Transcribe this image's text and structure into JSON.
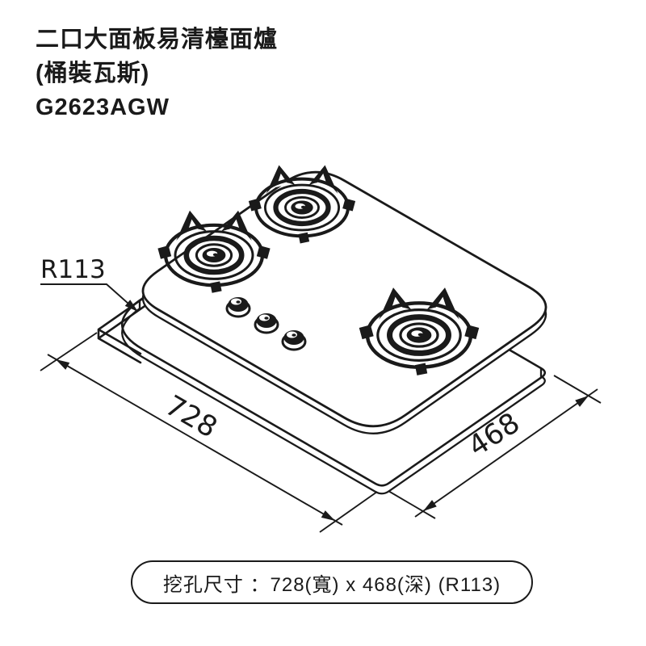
{
  "product": {
    "name": "二口大面板易清檯面爐",
    "fuel_type": "(桶裝瓦斯)",
    "model": "G2623AGW"
  },
  "diagram": {
    "labels": {
      "width": "728",
      "depth": "468",
      "corner_radius": "R113"
    },
    "burner_count": 3,
    "knob_count": 3,
    "colors": {
      "line": "#1a1a1a",
      "background": "#ffffff"
    }
  },
  "footer": {
    "cutout_text": "挖孔尺寸 ：728(寬) x 468(深)  (R113)"
  }
}
